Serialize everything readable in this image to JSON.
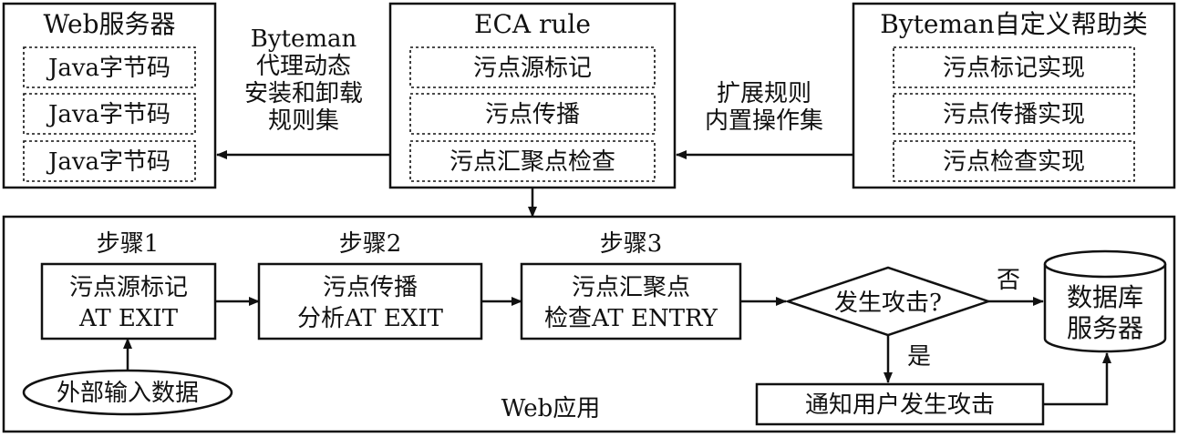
{
  "web_server": {
    "title": "Web服务器",
    "items": [
      "Java字节码",
      "Java字节码",
      "Java字节码"
    ]
  },
  "eca_rule": {
    "title": "ECA rule",
    "items": [
      "污点源标记",
      "污点传播",
      "污点汇聚点检查"
    ]
  },
  "helper_classes": {
    "title": "Byteman自定义帮助类",
    "items": [
      "污点标记实现",
      "污点传播实现",
      "污点检查实现"
    ]
  },
  "arrow_labels": {
    "agent": [
      "Byteman",
      "代理动态",
      "安装和卸载",
      "规则集"
    ],
    "extend": [
      "扩展规则",
      "内置操作集"
    ]
  },
  "web_app": {
    "label": "Web应用",
    "steps": [
      "步骤1",
      "步骤2",
      "步骤3"
    ],
    "step1": [
      "污点源标记",
      "AT EXIT"
    ],
    "step2": [
      "污点传播",
      "分析AT EXIT"
    ],
    "step3": [
      "污点汇聚点",
      "检查AT ENTRY"
    ],
    "decision": "发生攻击?",
    "no_label": "否",
    "yes_label": "是",
    "database": [
      "数据库",
      "服务器"
    ],
    "external_input": "外部输入数据",
    "notify": "通知用户发生攻击"
  }
}
